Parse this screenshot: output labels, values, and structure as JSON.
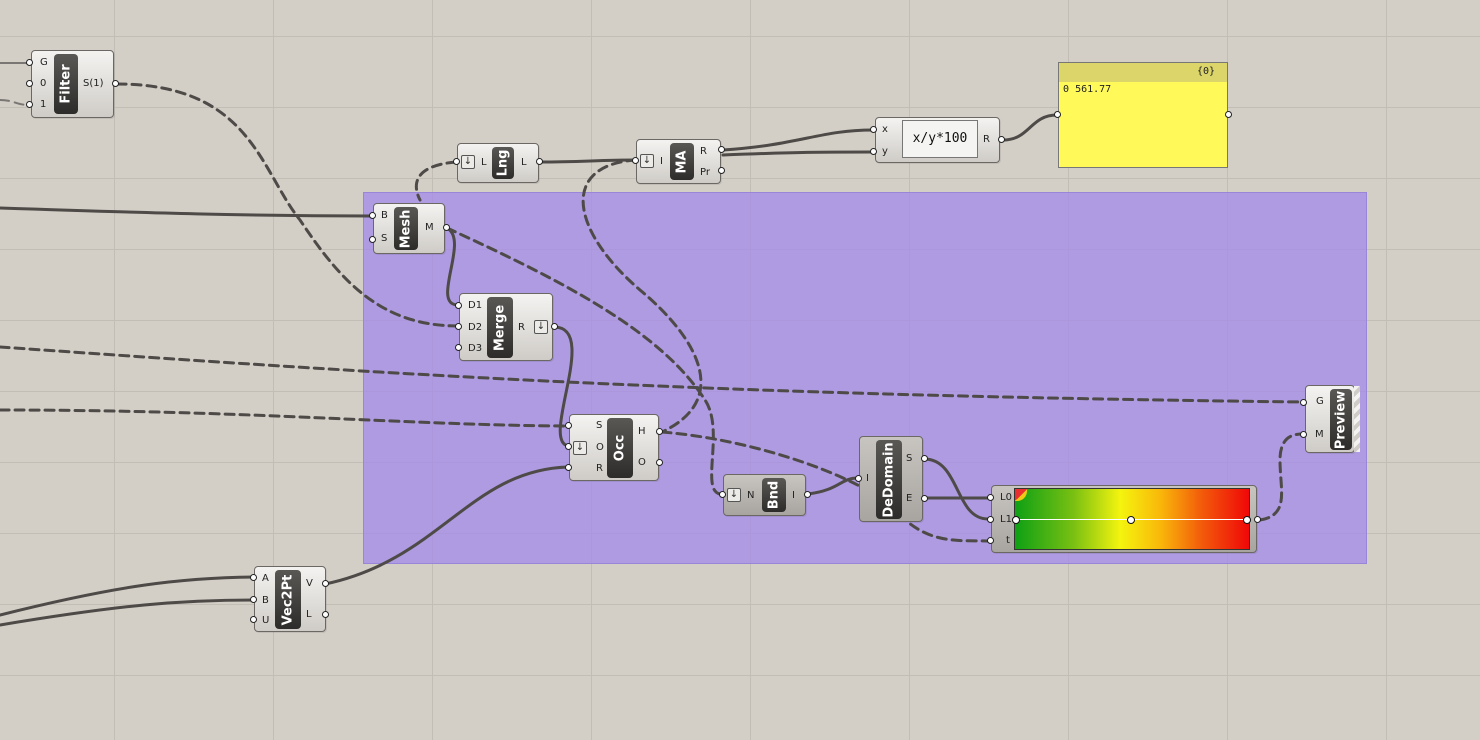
{
  "canvas": {
    "background": "#d3cfc7",
    "group_color": "#a58ce8"
  },
  "components": {
    "filter": {
      "name": "Filter",
      "inputs": [
        "G",
        "0",
        "1"
      ],
      "outputs": [
        "S(1)"
      ]
    },
    "length": {
      "name": "Lng",
      "inputs": [
        "L"
      ],
      "outputs": [
        "L"
      ]
    },
    "mass_addition": {
      "name": "MA",
      "inputs": [
        "I"
      ],
      "outputs": [
        "R",
        "Pr"
      ]
    },
    "expression": {
      "inputs": [
        "x",
        "y"
      ],
      "expression": "x/y*100",
      "outputs": [
        "R"
      ]
    },
    "mesh": {
      "name": "Mesh",
      "inputs": [
        "B",
        "S"
      ],
      "outputs": [
        "M"
      ]
    },
    "merge": {
      "name": "Merge",
      "inputs": [
        "D1",
        "D2",
        "D3"
      ],
      "outputs": [
        "R"
      ]
    },
    "occlusion": {
      "name": "Occ",
      "inputs": [
        "S",
        "O",
        "R"
      ],
      "outputs": [
        "H",
        "O"
      ]
    },
    "bounds": {
      "name": "Bnd",
      "inputs": [
        "N"
      ],
      "outputs": [
        "I"
      ]
    },
    "deconstruct_domain": {
      "name": "DeDomain",
      "inputs": [
        "I"
      ],
      "outputs": [
        "S",
        "E"
      ]
    },
    "gradient": {
      "inputs": [
        "L0",
        "L1",
        "t"
      ],
      "colors": [
        "#0ea015",
        "#f4f40e",
        "#f00808"
      ]
    },
    "preview": {
      "name": "Preview",
      "inputs": [
        "G",
        "M"
      ]
    },
    "vec2pt": {
      "name": "Vec2Pt",
      "inputs": [
        "A",
        "B",
        "U"
      ],
      "outputs": [
        "V",
        "L"
      ]
    }
  },
  "panel": {
    "path": "{0}",
    "index": "0",
    "value": "561.77",
    "color": "#fff95a"
  }
}
